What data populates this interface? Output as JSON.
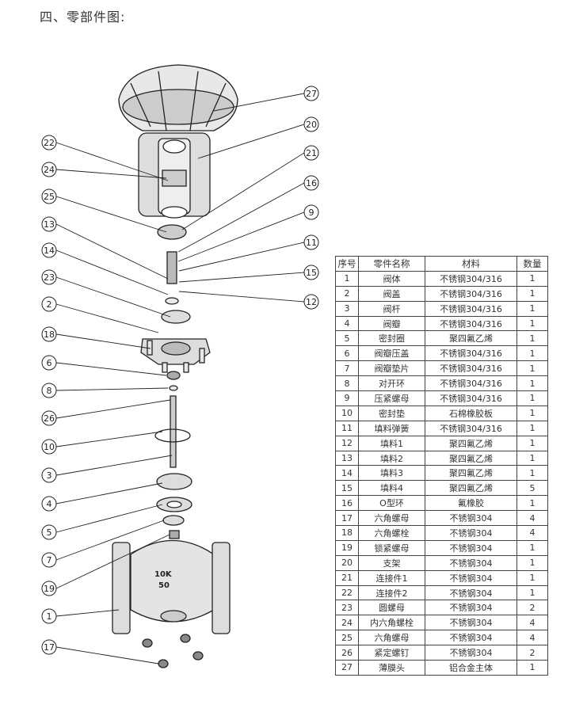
{
  "title": "四、零部件图:",
  "diagram": {
    "callouts_left": [
      "22",
      "24",
      "25",
      "13",
      "14",
      "23",
      "2",
      "18",
      "6",
      "8",
      "26",
      "10",
      "3",
      "4",
      "5",
      "7",
      "19",
      "1",
      "17"
    ],
    "callouts_right": [
      "27",
      "20",
      "21",
      "16",
      "9",
      "11",
      "15",
      "12"
    ],
    "body_marking": [
      "10K",
      "50"
    ]
  },
  "table": {
    "headers": [
      "序号",
      "零件名称",
      "材料",
      "数量"
    ],
    "rows": [
      [
        "1",
        "阀体",
        "不锈钢304/316",
        "1"
      ],
      [
        "2",
        "阀盖",
        "不锈钢304/316",
        "1"
      ],
      [
        "3",
        "阀杆",
        "不锈钢304/316",
        "1"
      ],
      [
        "4",
        "阀瓣",
        "不锈钢304/316",
        "1"
      ],
      [
        "5",
        "密封圈",
        "聚四氟乙烯",
        "1"
      ],
      [
        "6",
        "阀瓣压盖",
        "不锈钢304/316",
        "1"
      ],
      [
        "7",
        "阀瓣垫片",
        "不锈钢304/316",
        "1"
      ],
      [
        "8",
        "对开环",
        "不锈钢304/316",
        "1"
      ],
      [
        "9",
        "压紧螺母",
        "不锈钢304/316",
        "1"
      ],
      [
        "10",
        "密封垫",
        "石棉橡胶板",
        "1"
      ],
      [
        "11",
        "填料弹簧",
        "不锈钢304/316",
        "1"
      ],
      [
        "12",
        "填料1",
        "聚四氟乙烯",
        "1"
      ],
      [
        "13",
        "填料2",
        "聚四氟乙烯",
        "1"
      ],
      [
        "14",
        "填料3",
        "聚四氟乙烯",
        "1"
      ],
      [
        "15",
        "填料4",
        "聚四氟乙烯",
        "5"
      ],
      [
        "16",
        "O型环",
        "氟橡胶",
        "1"
      ],
      [
        "17",
        "六角螺母",
        "不锈钢304",
        "4"
      ],
      [
        "18",
        "六角螺栓",
        "不锈钢304",
        "4"
      ],
      [
        "19",
        "锁紧螺母",
        "不锈钢304",
        "1"
      ],
      [
        "20",
        "支架",
        "不锈钢304",
        "1"
      ],
      [
        "21",
        "连接件1",
        "不锈钢304",
        "1"
      ],
      [
        "22",
        "连接件2",
        "不锈钢304",
        "1"
      ],
      [
        "23",
        "圆螺母",
        "不锈钢304",
        "2"
      ],
      [
        "24",
        "内六角螺栓",
        "不锈钢304",
        "4"
      ],
      [
        "25",
        "六角螺母",
        "不锈钢304",
        "4"
      ],
      [
        "26",
        "紧定螺钉",
        "不锈钢304",
        "2"
      ],
      [
        "27",
        "薄膜头",
        "铝合金主体",
        "1"
      ]
    ]
  }
}
